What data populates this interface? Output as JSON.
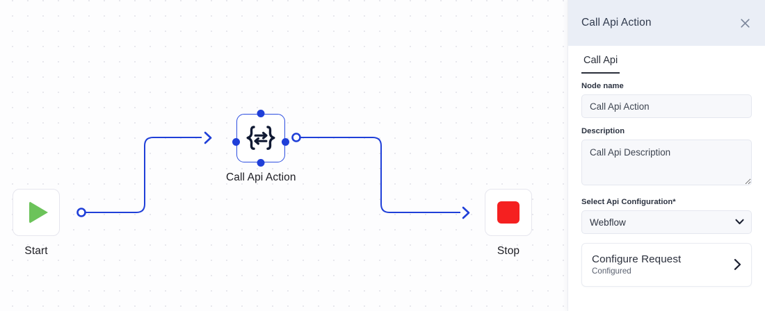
{
  "canvas": {
    "nodes": [
      {
        "id": "start",
        "label": "Start",
        "icon": "play-triangle-icon"
      },
      {
        "id": "call-api",
        "label": "Call Api Action",
        "icon": "api-braces-exchange-icon",
        "selected": true
      },
      {
        "id": "stop",
        "label": "Stop",
        "icon": "stop-square-icon"
      }
    ],
    "edges": [
      {
        "from": "start",
        "to": "call-api",
        "arrow": "chevron-right"
      },
      {
        "from": "call-api",
        "to": "stop",
        "arrow": "chevron-right"
      }
    ],
    "colors": {
      "edge": "#1f3fd8",
      "handle": "#1f3fd8",
      "start_icon": "#6cc35a",
      "stop_icon": "#f52020",
      "node_selected_border": "#2b4de0",
      "grid_dot": "#e7e7ed"
    }
  },
  "panel": {
    "title": "Call Api Action",
    "close_icon": "close-icon",
    "tabs": [
      {
        "id": "call-api",
        "label": "Call Api",
        "active": true
      }
    ],
    "fields": {
      "node_name": {
        "label": "Node name",
        "value": "Call Api Action",
        "placeholder": "Node name"
      },
      "description": {
        "label": "Description",
        "value": "Call Api Description",
        "placeholder": "Description"
      },
      "api_configuration": {
        "label": "Select Api Configuration*",
        "value": "Webflow",
        "options": [
          "Webflow"
        ]
      }
    },
    "configure_request": {
      "title": "Configure Request",
      "status": "Configured",
      "chevron_icon": "chevron-right-icon"
    },
    "colors": {
      "header_bg": "#eaeef6",
      "field_bg": "#f7f8fb",
      "tab_underline": "#2a2f3a"
    }
  }
}
